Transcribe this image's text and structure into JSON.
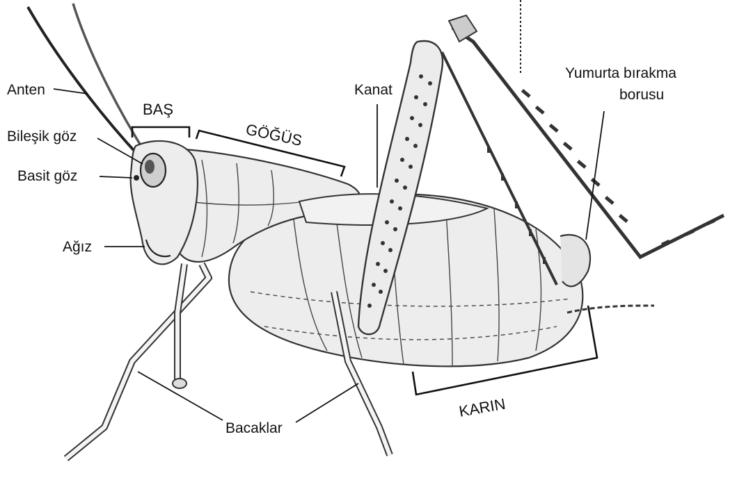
{
  "labels": {
    "anten": "Anten",
    "bilesik_goz": "Bileşik göz",
    "basit_goz": "Basit göz",
    "agiz": "Ağız",
    "bas": "BAŞ",
    "gogus": "GÖĞÜS",
    "kanat": "Kanat",
    "yumurta_line1": "Yumurta bırakma",
    "yumurta_line2": "borusu",
    "karin": "KARIN",
    "bacaklar": "Bacaklar"
  },
  "colors": {
    "ink": "#111111",
    "body": "#ededed",
    "background": "#ffffff"
  }
}
